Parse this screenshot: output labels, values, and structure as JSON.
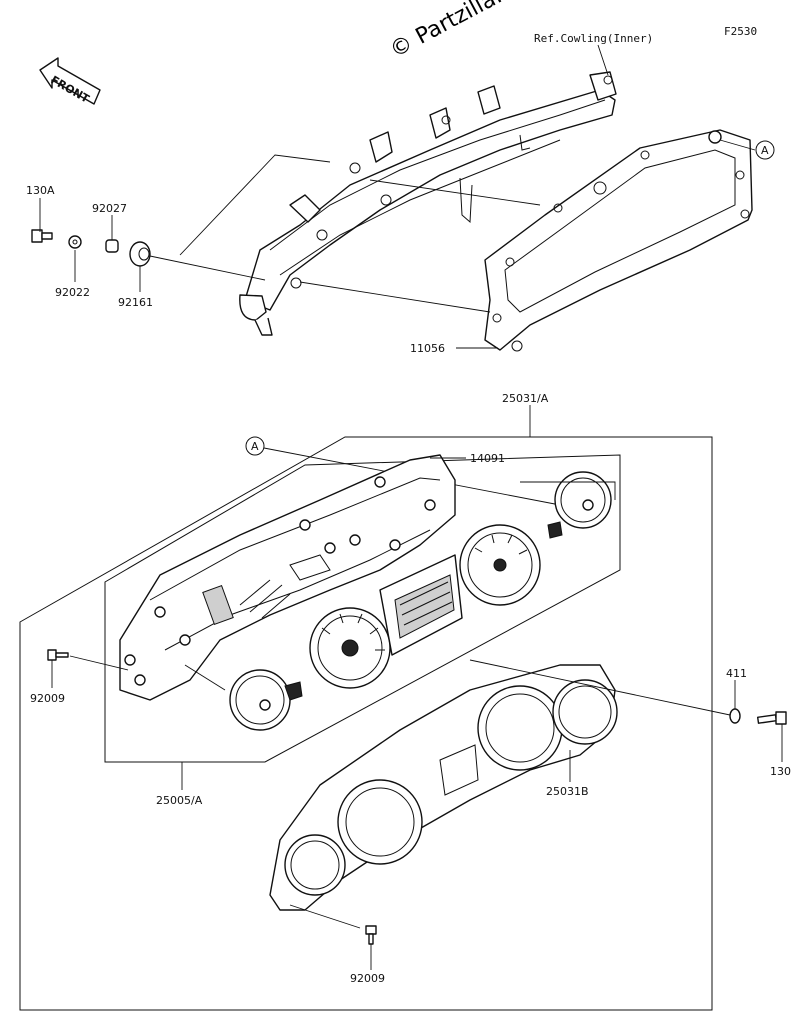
{
  "watermark": "© Partzilla.com",
  "figure_code": "F2530",
  "ref_note": "Ref.Cowling(Inner)",
  "front_label": "FRONT",
  "callout_ref": "A",
  "part_labels": {
    "p130A": "130A",
    "p92027": "92027",
    "p92022": "92022",
    "p92161": "92161",
    "p11056": "11056",
    "p25031A": "25031/A",
    "p14091": "14091",
    "p92009_left": "92009",
    "p411": "411",
    "p130": "130",
    "p25005A": "25005/A",
    "p25031B": "25031B",
    "p92009_bottom": "92009"
  }
}
